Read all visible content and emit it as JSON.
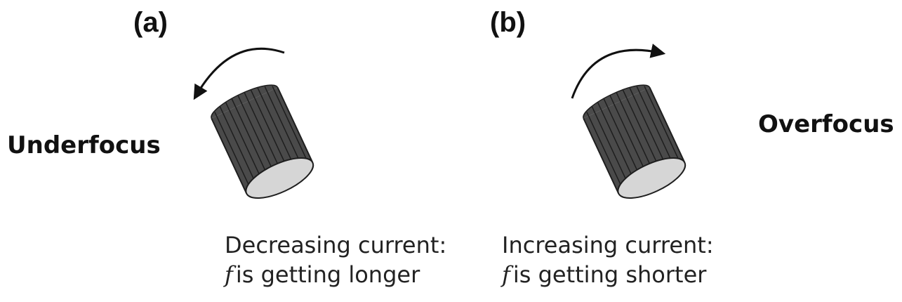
{
  "panel_a": {
    "label": "(a)",
    "focus_label": "Underfocus",
    "caption_line1": "Decreasing current:",
    "caption_f": "f",
    "caption_line2_rest": "is getting longer",
    "rotation": "counter-clockwise",
    "arrow_icon": "curved-arrow-counterclockwise-icon"
  },
  "panel_b": {
    "label": "(b)",
    "focus_label": "Overfocus",
    "caption_line1": "Increasing current:",
    "caption_f": "f",
    "caption_line2_rest": "is getting shorter",
    "rotation": "clockwise",
    "arrow_icon": "curved-arrow-clockwise-icon"
  },
  "colors": {
    "knob_body": "#4a4a4a",
    "knob_ridge": "#1e1e1e",
    "knob_face": "#d6d6d6",
    "arrow": "#111111"
  }
}
